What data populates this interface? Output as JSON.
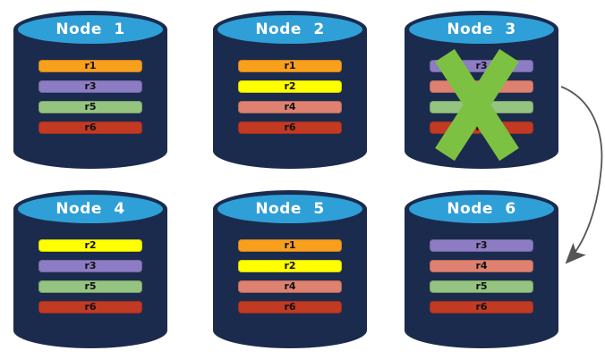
{
  "diagram": {
    "type": "database-replica-distribution",
    "background": "#FFFFFF",
    "colors": {
      "cylinder_body": "#1B2B4D",
      "cylinder_top_fill": "#2F9FD8",
      "node_title_text": "#FFFFFF",
      "bar_text": "#111111",
      "failure_cross": "#7CC142",
      "arrow": "#555555",
      "replica_colors": {
        "r1": "#F8A01D",
        "r2": "#FFFF00",
        "r3": "#8C7CC4",
        "r4": "#DE8170",
        "r5": "#94C47F",
        "r6": "#C23A24"
      }
    },
    "nodes": [
      {
        "label": "Node 1",
        "replicas": [
          "r1",
          "r3",
          "r5",
          "r6"
        ],
        "failed": false
      },
      {
        "label": "Node 2",
        "replicas": [
          "r1",
          "r2",
          "r4",
          "r6"
        ],
        "failed": false
      },
      {
        "label": "Node 3",
        "replicas": [
          "r3",
          "r4",
          "r5",
          "r6"
        ],
        "failed": true
      },
      {
        "label": "Node 4",
        "replicas": [
          "r2",
          "r3",
          "r5",
          "r6"
        ],
        "failed": false
      },
      {
        "label": "Node 5",
        "replicas": [
          "r1",
          "r2",
          "r4",
          "r6"
        ],
        "failed": false
      },
      {
        "label": "Node 6",
        "replicas": [
          "r3",
          "r4",
          "r5",
          "r6"
        ],
        "failed": false
      }
    ],
    "annotations": {
      "failure_cross_on": "Node 3",
      "arrow": {
        "from": "Node 3",
        "to": "Node 6"
      }
    }
  }
}
